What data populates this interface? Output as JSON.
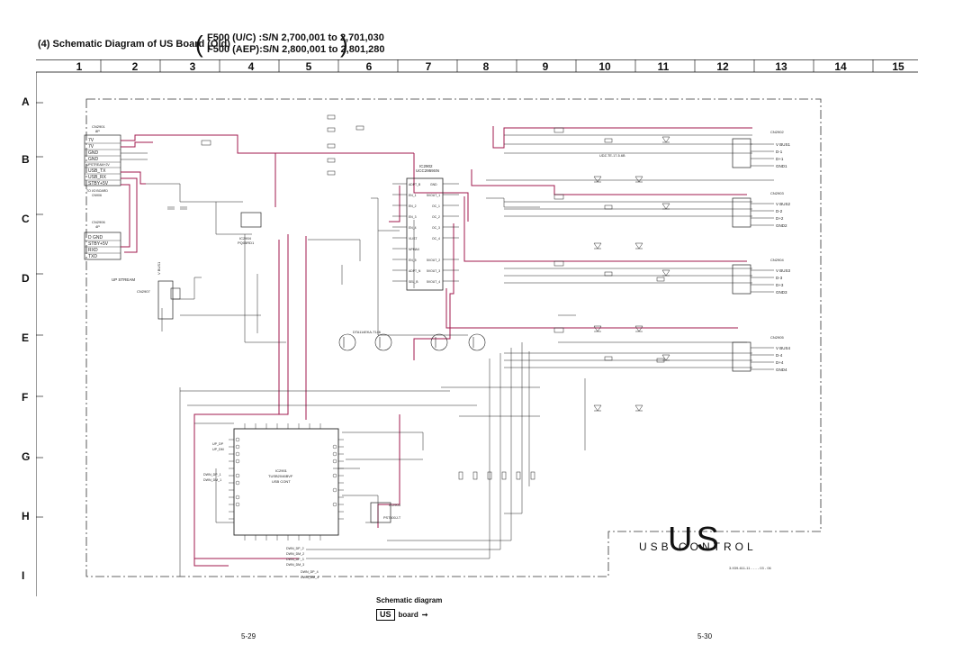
{
  "title": {
    "main": "(4) Schematic Diagram of US Board (Old)",
    "lines": [
      "F500 (U/C) :S/N 2,700,001 to 2,701,030",
      "F500 (AEP):S/N 2,800,001 to 2,801,280"
    ]
  },
  "grid": {
    "columns": [
      "1",
      "2",
      "3",
      "4",
      "5",
      "6",
      "7",
      "8",
      "9",
      "10",
      "11",
      "12",
      "13",
      "14",
      "15"
    ],
    "rows": [
      "A",
      "B",
      "C",
      "D",
      "E",
      "F",
      "G",
      "H",
      "I"
    ]
  },
  "connectors": {
    "cn2901": {
      "ref": "CN2901",
      "sub": "8P",
      "pins": [
        "7V",
        "7V",
        "GND",
        "GND",
        "UPSTREAM+2V",
        "USB_TX",
        "USB_RX",
        "STBY+5V"
      ],
      "note": "TO I/O BOARD",
      "note2": "CN906"
    },
    "cn2906": {
      "ref": "CN2906",
      "sub": "4P",
      "pins": [
        "D GND",
        "STBY+5V",
        "RXD",
        "TXD"
      ]
    },
    "cn2907": {
      "ref": "CN2907",
      "label": "UP STREAM"
    },
    "vbus_ports": [
      {
        "ref": "CN2902",
        "pins": [
          "V BUS1",
          "D-1",
          "D+1",
          "GND1"
        ]
      },
      {
        "ref": "CN2903",
        "pins": [
          "V BUS2",
          "D-2",
          "D+2",
          "GND2"
        ]
      },
      {
        "ref": "CN2904",
        "pins": [
          "V BUS3",
          "D-3",
          "D+3",
          "GND3"
        ]
      },
      {
        "ref": "CN2905",
        "pins": [
          "V BUS4",
          "D-4",
          "D+4",
          "GND4"
        ]
      }
    ]
  },
  "ics": {
    "ic2902": {
      "ref": "IC2902",
      "part": "UCC2959SN",
      "pins_left": [
        "ADPT_B",
        "EN_1",
        "EN_2",
        "EN_3",
        "EN_4",
        "VLIST",
        "NPMAX",
        "EN_5",
        "ADPT_N",
        "SEL_B"
      ],
      "pins_right": [
        "GND",
        "5VOUT_1",
        "OC_1",
        "OC_2",
        "OC_3",
        "OC_4",
        "5VOUT_2",
        "5VOUT_3",
        "5VOUT_4"
      ]
    },
    "ic2901": {
      "ref": "IC2901",
      "part": "TUSB2046BVF",
      "desc": "USB CONT"
    },
    "ic2903": {
      "ref": "IC2903",
      "part": "PST600J-T"
    },
    "ic2904": {
      "ref": "IC2904",
      "part": "PQ05RD1"
    },
    "bottom_pins": [
      "DWN_DP_2",
      "DWN_DM_2",
      "DWN_DP_3",
      "DWN_DM_3",
      "DWN_DP_4",
      "DWN_DM_4"
    ],
    "left_pins": [
      "UP_DP",
      "UP_DM",
      "DWN_DP_1",
      "DWN_DM_1"
    ]
  },
  "labels": {
    "vbus1": "V BUS1",
    "diode_part": "UDZ-TE-17-5.6B",
    "transistor_part": "DTA114EKA-T146"
  },
  "board_name": "US",
  "board_subtitle": "USB CONTROL",
  "footnote": "3-939-611-11 - - - - 03 - 06",
  "legend": {
    "title": "Schematic diagram",
    "badge": "US",
    "text": "board"
  },
  "pages": {
    "left": "5-29",
    "right": "5-30"
  },
  "colors": {
    "wire_highlight": "#a0184c",
    "wire": "#222222"
  }
}
